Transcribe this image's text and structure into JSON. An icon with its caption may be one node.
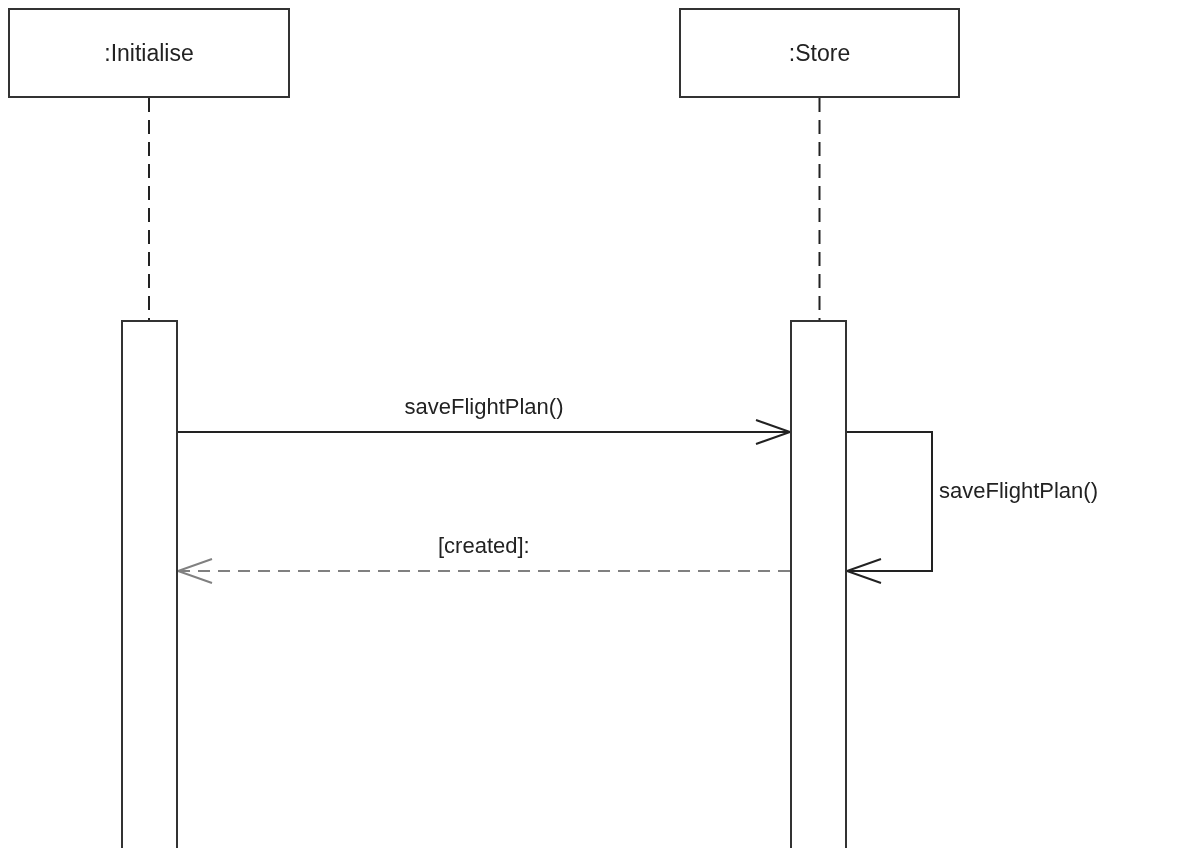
{
  "diagram": {
    "nodes": [
      {
        "text": [
          ":Initialise"
        ]
      },
      {
        "text": [
          ":Store"
        ]
      },
      {
        "text": [],
        "shape": "bar"
      },
      {
        "text": [],
        "shape": "bar"
      }
    ],
    "edges": [
      {
        "from": 0,
        "to": 2,
        "arrow": "none",
        "style": "dashed"
      },
      {
        "from": 1,
        "to": 3,
        "arrow": "none",
        "style": "dashed"
      },
      {
        "from": 2,
        "to": 3,
        "arrow": "to",
        "label": "saveFlightPlan()"
      },
      {
        "from": 3,
        "to": 3,
        "arrow": "to",
        "label": "saveFlightPlan()"
      },
      {
        "from": 3,
        "to": 2,
        "arrow": "to",
        "label": "[created]:",
        "style": "dashed",
        "color": "#808080"
      }
    ]
  }
}
